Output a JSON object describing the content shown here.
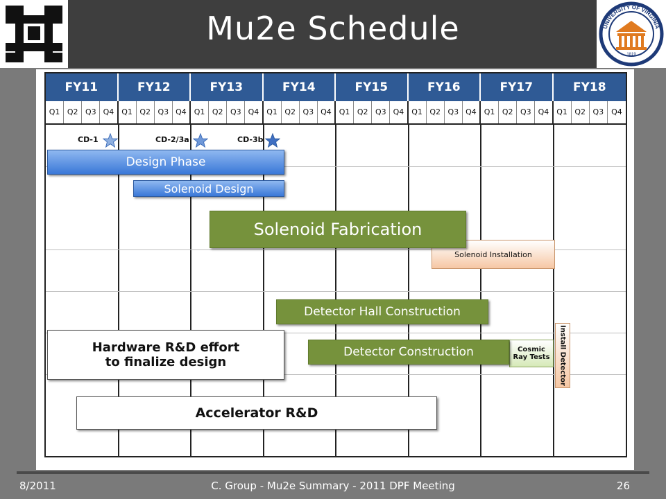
{
  "header": {
    "title": "Mu2e Schedule",
    "left_logo_icon": "fermilab-logo-icon",
    "right_logo_icon": "university-of-virginia-seal-icon",
    "right_logo_text": "UNIVERSITY OF VIRGINIA",
    "right_logo_year": "1819"
  },
  "timeline": {
    "fiscal_years": [
      "FY11",
      "FY12",
      "FY13",
      "FY14",
      "FY15",
      "FY16",
      "FY17",
      "FY18"
    ],
    "quarters": [
      "Q1",
      "Q2",
      "Q3",
      "Q4"
    ]
  },
  "milestones": [
    {
      "label": "CD-1",
      "icon": "star-icon"
    },
    {
      "label": "CD-2/3a",
      "icon": "star-icon"
    },
    {
      "label": "CD-3b",
      "icon": "star-icon"
    }
  ],
  "tasks": {
    "design_phase": "Design Phase",
    "solenoid_design": "Solenoid Design",
    "solenoid_fabrication": "Solenoid Fabrication",
    "solenoid_installation": "Solenoid Installation",
    "detector_hall_construction": "Detector Hall Construction",
    "hardware_rd_line1": "Hardware R&D effort",
    "hardware_rd_line2": "to finalize design",
    "detector_construction": "Detector Construction",
    "cosmic_ray_tests_line1": "Cosmic",
    "cosmic_ray_tests_line2": "Ray Tests",
    "install_detector": "Install Detector",
    "accelerator_rd": "Accelerator R&D"
  },
  "colors": {
    "header_blue": "#2f5a95",
    "bar_green": "#76923c",
    "bar_blue": "#3a78d8",
    "bar_orange": "#f6c7a4"
  },
  "footer": {
    "date": "8/2011",
    "center": "C. Group - Mu2e Summary - 2011 DPF Meeting",
    "page": "26"
  }
}
